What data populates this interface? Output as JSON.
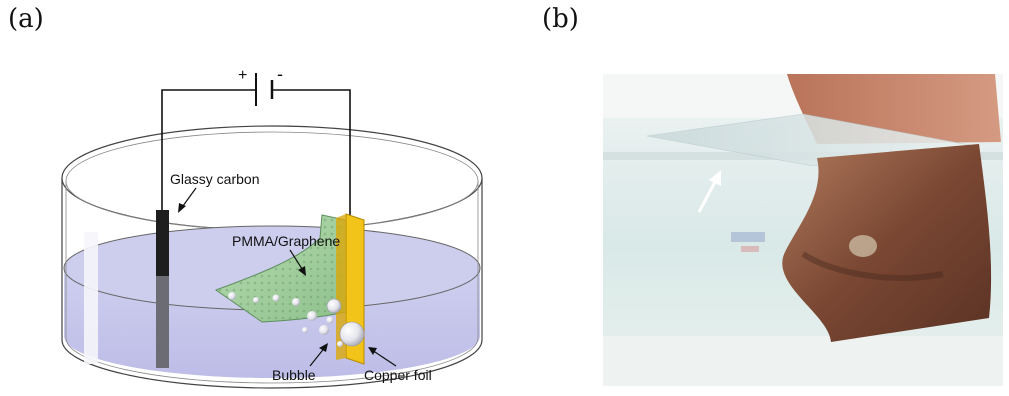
{
  "panels": {
    "a": {
      "label": "(a)",
      "battery": {
        "plus": "+",
        "minus": "-"
      },
      "annotations": {
        "glassy_carbon": "Glassy carbon",
        "pmma_graphene": "PMMA/Graphene",
        "bubble": "Bubble",
        "copper_foil": "Copper foil"
      }
    },
    "b": {
      "label": "(b)"
    }
  },
  "colors": {
    "liquid": "#c9c9ec",
    "graphene_sheet": "#9ccc9a",
    "copper_foil": "#f2c318",
    "electrode_dark": "#1e1e1e",
    "copper_photo": "#8a4f36"
  }
}
